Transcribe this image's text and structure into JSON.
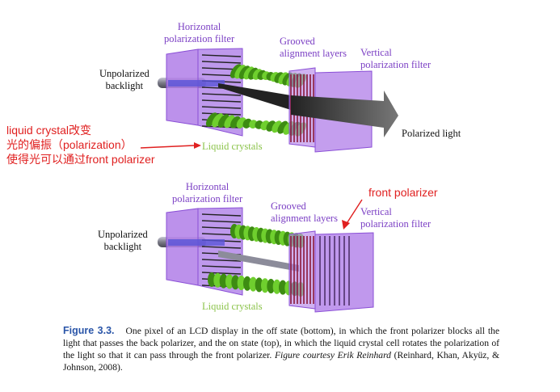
{
  "top_diagram": {
    "labels": {
      "horizontal_filter": [
        "Horizontal",
        "polarization filter"
      ],
      "grooved_layers": [
        "Grooved",
        "alignment layers"
      ],
      "vertical_filter": [
        "Vertical",
        "polarization filter"
      ],
      "backlight": [
        "Unpolarized",
        "backlight"
      ],
      "liquid_crystals": "Liquid crystals",
      "polarized_light": "Polarized light"
    }
  },
  "bottom_diagram": {
    "labels": {
      "horizontal_filter": [
        "Horizontal",
        "polarization filter"
      ],
      "grooved_layers": [
        "Grooved",
        "alignment layers"
      ],
      "vertical_filter": [
        "Vertical",
        "polarization filter"
      ],
      "backlight": [
        "Unpolarized",
        "backlight"
      ],
      "liquid_crystals": "Liquid crystals"
    }
  },
  "annotations": {
    "left_note": [
      "liquid crystal改变",
      "光的偏振（polarization）",
      "使得光可以通过front polarizer"
    ],
    "front_polarizer": "front polarizer"
  },
  "caption": {
    "figure_label": "Figure 3.3.",
    "body": "One pixel of an LCD display in the off state (bottom), in which the front polarizer blocks all the light that passes the back polarizer, and the on state (top), in which the liquid crystal cell rotates the polarization of the light so that it can pass through the front polarizer.",
    "credit": "Figure courtesy Erik Reinhard",
    "reference": "(Reinhard, Khan, Akyüz, & Johnson, 2008)."
  },
  "colors": {
    "filter_fill": "#b07ee8",
    "filter_stroke": "#8a4fd6",
    "crystal_green": "#6fcf2e",
    "crystal_dark": "#3d8c12",
    "grooved_red": "#8b1a3a",
    "backlight_gray": "#8c8c9a",
    "beam_blue": "#5a55d8",
    "label_purple": "#7b3fc4",
    "label_green": "#8bc34a",
    "annotation_red": "#e02020",
    "caption_blue": "#2a55a8"
  }
}
